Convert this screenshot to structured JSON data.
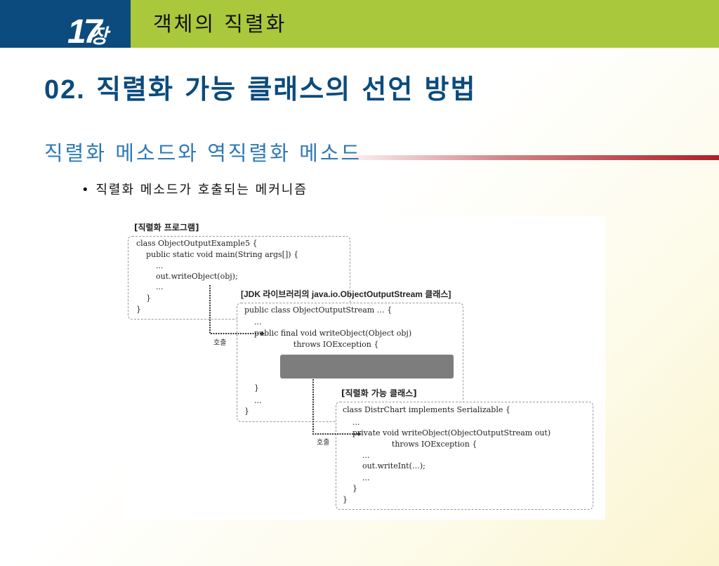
{
  "header": {
    "chapter_number": "17",
    "chapter_suffix": "장",
    "chapter_title": "객체의 직렬화"
  },
  "main": {
    "title_number": "02.",
    "title_text": "직렬화 가능 클래스의 선언 방법",
    "section_title": "직렬화 메소드와 역직렬화 메소드",
    "bullet": "• 직렬화 메소드가 호출되는 메커니즘"
  },
  "figure": {
    "program_label": "[직렬화 프로그램]",
    "program_code": [
      "class ObjectOutputExample5 {",
      "    public static void main(String args[]) {",
      "        ...",
      "        out.writeObject(obj);",
      "        ...",
      "    }",
      "}"
    ],
    "jdk_label": "[JDK 라이브러리의 java.io.ObjectOutputStream 클래스]",
    "jdk_code": [
      "public class ObjectOutputStream … {",
      "    ...",
      "    public final void writeObject(Object obj)",
      "                    throws IOException {",
      "    }",
      "    ...",
      "}"
    ],
    "serializable_label": "[직렬화 가능 클래스]",
    "serializable_code": [
      "class DistrChart implements Serializable {",
      "    ...",
      "    private void writeObject(ObjectOutputStream out)",
      "                    throws IOException {",
      "        ...",
      "        out.writeInt(…);",
      "        ...",
      "    }",
      "}"
    ],
    "call_label_1": "호출",
    "call_label_2": "호출"
  },
  "colors": {
    "header_blue": "#0b4b7d",
    "header_green": "#a9c83b",
    "title_blue": "#0b4b7d",
    "section_blue": "#2e7ab6",
    "accent_red": "#b01e28"
  }
}
